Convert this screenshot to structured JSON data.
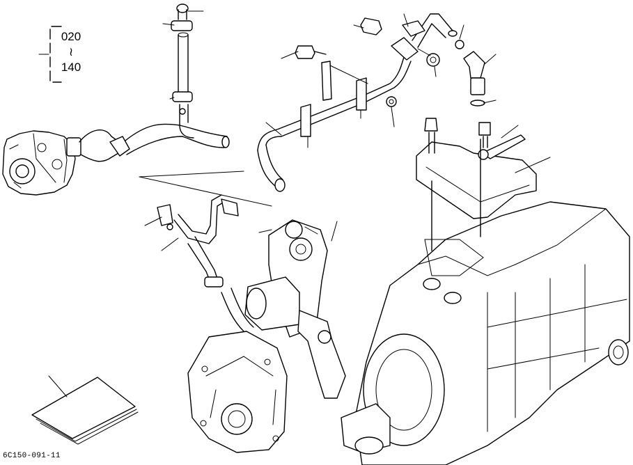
{
  "range": {
    "start": "020",
    "separator": "≀",
    "end": "140"
  },
  "figure_code": "6C150-091-11"
}
